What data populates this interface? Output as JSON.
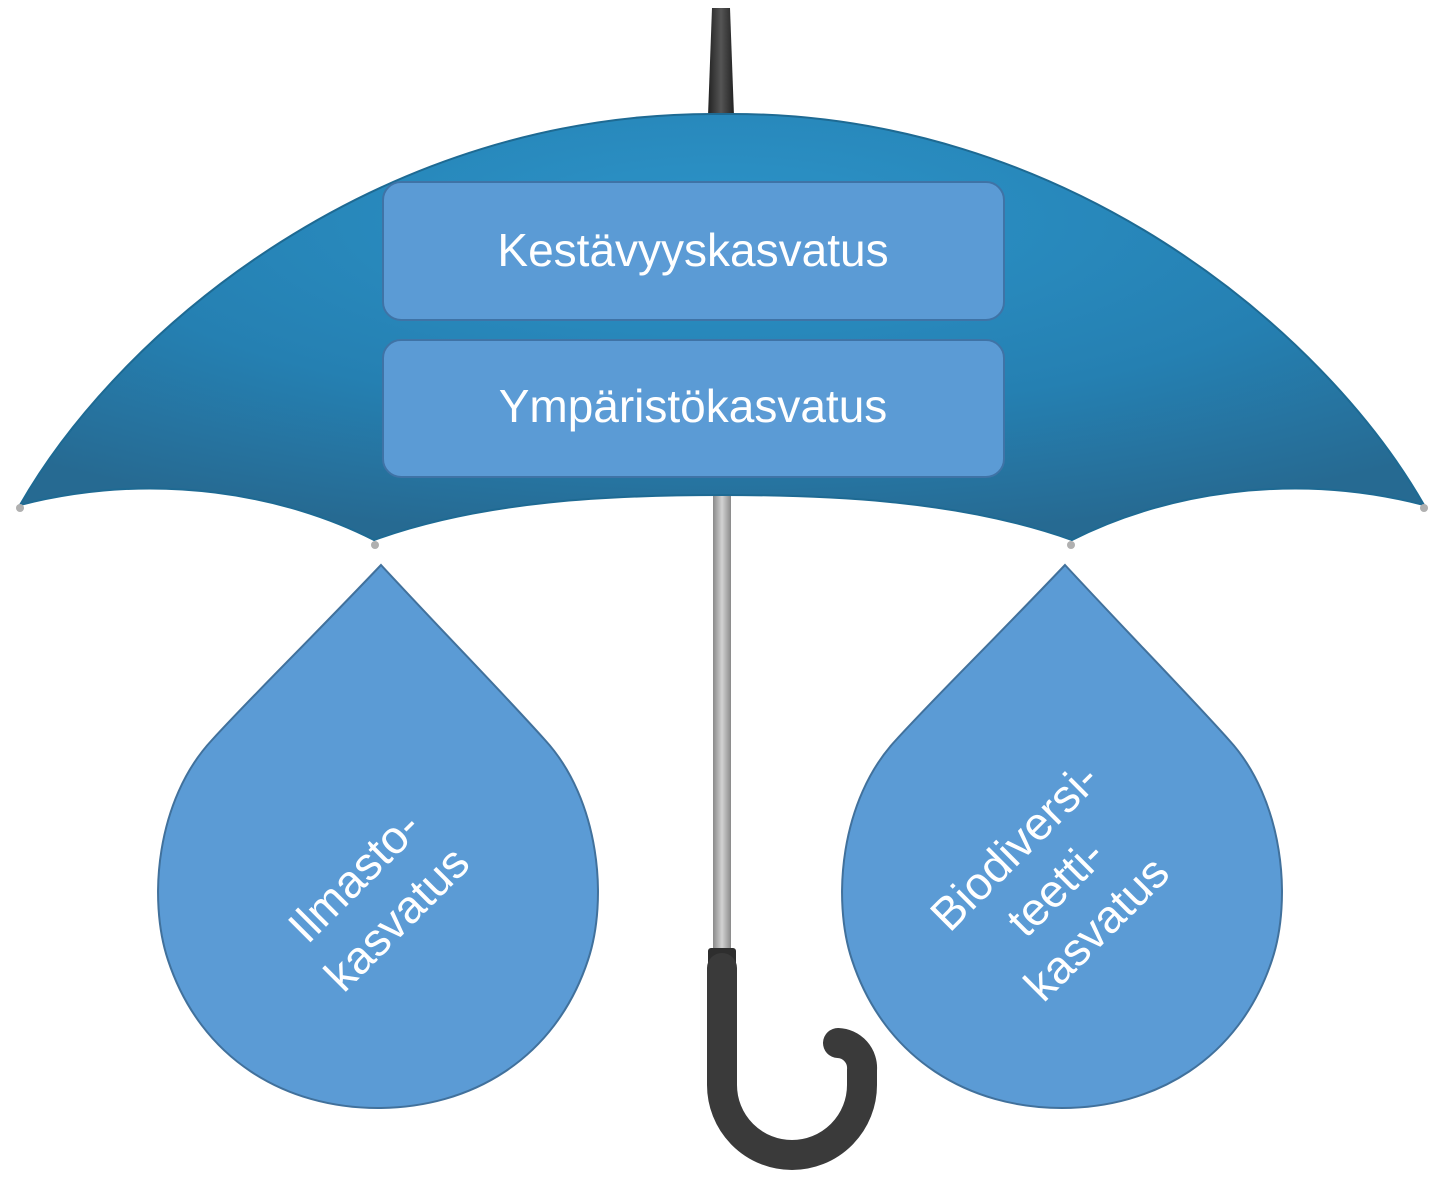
{
  "colors": {
    "canopy_edge": "#2b6f98",
    "canopy_mid": "#2a8ec4",
    "box_fill": "#5b9bd5",
    "box_stroke": "#4a7fb0",
    "drop_fill": "#5b9bd5",
    "drop_stroke": "#41719c",
    "shaft": "#a8a8a8",
    "handle": "#3b3b3b",
    "text": "#ffffff"
  },
  "umbrella": {
    "top_box": {
      "label": "Kestävyyskasvatus"
    },
    "bottom_box": {
      "label": "Ympäristökasvatus"
    }
  },
  "drops": {
    "left": {
      "lines": [
        "Ilmasto-",
        "kasvatus"
      ]
    },
    "right": {
      "lines": [
        "Biodiversi-",
        "teetti-",
        "kasvatus"
      ]
    }
  }
}
